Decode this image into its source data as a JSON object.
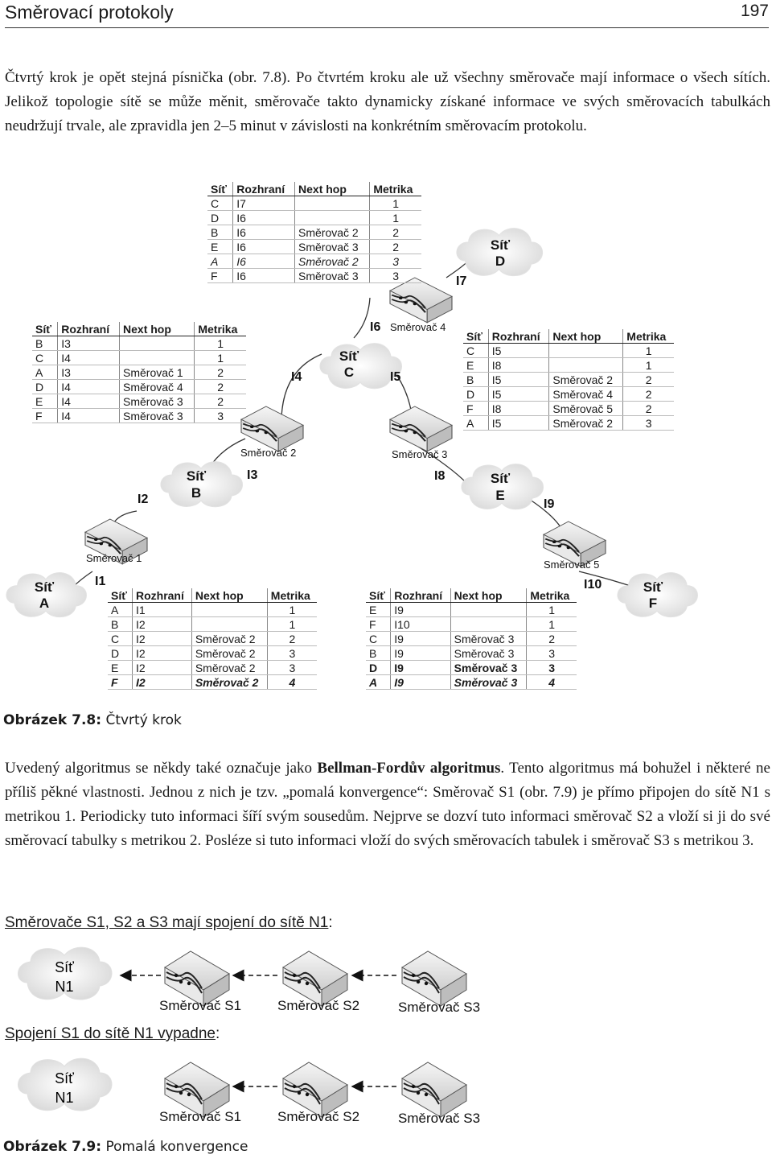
{
  "header": {
    "title": "Směrovací protokoly",
    "page_number": "197"
  },
  "paragraph1": "Čtvrtý krok je opět stejná písnička (obr. 7.8). Po čtvrtém kroku ale už všechny směrovače mají informace o všech sítích. Jelikož topologie sítě se může měnit, směrovače takto dynamicky získané informace ve svých směrovacích tabulkách neudržují trvale, ale zpravidla jen 2–5 minut v závislosti na konkrétním směrovacím protokolu.",
  "table_headers": [
    "Síť",
    "Rozhraní",
    "Next hop",
    "Metrika"
  ],
  "tables": {
    "router4": {
      "rows": [
        [
          "C",
          "I7",
          "",
          "1"
        ],
        [
          "D",
          "I6",
          "",
          "1"
        ],
        [
          "B",
          "I6",
          "Směrovač 2",
          "2"
        ],
        [
          "E",
          "I6",
          "Směrovač 3",
          "2"
        ],
        [
          "A",
          "I6",
          "Směrovač 2",
          "3"
        ],
        [
          "F",
          "I6",
          "Směrovač 3",
          "3"
        ]
      ]
    },
    "router2": {
      "rows": [
        [
          "B",
          "I3",
          "",
          "1"
        ],
        [
          "C",
          "I4",
          "",
          "1"
        ],
        [
          "A",
          "I3",
          "Směrovač 1",
          "2"
        ],
        [
          "D",
          "I4",
          "Směrovač 4",
          "2"
        ],
        [
          "E",
          "I4",
          "Směrovač 3",
          "2"
        ],
        [
          "F",
          "I4",
          "Směrovač 3",
          "3"
        ]
      ]
    },
    "router3": {
      "rows": [
        [
          "C",
          "I5",
          "",
          "1"
        ],
        [
          "E",
          "I8",
          "",
          "1"
        ],
        [
          "B",
          "I5",
          "Směrovač 2",
          "2"
        ],
        [
          "D",
          "I5",
          "Směrovač 4",
          "2"
        ],
        [
          "F",
          "I8",
          "Směrovač 5",
          "2"
        ],
        [
          "A",
          "I5",
          "Směrovač 2",
          "3"
        ]
      ]
    },
    "router1": {
      "rows": [
        [
          "A",
          "I1",
          "",
          "1"
        ],
        [
          "B",
          "I2",
          "",
          "1"
        ],
        [
          "C",
          "I2",
          "Směrovač 2",
          "2"
        ],
        [
          "D",
          "I2",
          "Směrovač 2",
          "3"
        ],
        [
          "E",
          "I2",
          "Směrovač 2",
          "3"
        ],
        [
          "F",
          "I2",
          "Směrovač 2",
          "4"
        ]
      ]
    },
    "router5": {
      "rows": [
        [
          "E",
          "I9",
          "",
          "1"
        ],
        [
          "F",
          "I10",
          "",
          "1"
        ],
        [
          "C",
          "I9",
          "Směrovač 3",
          "2"
        ],
        [
          "B",
          "I9",
          "Směrovač 3",
          "3"
        ],
        [
          "D",
          "I9",
          "Směrovač 3",
          "3"
        ],
        [
          "A",
          "I9",
          "Směrovač 3",
          "4"
        ]
      ]
    }
  },
  "networks": {
    "label": "Síť",
    "A": "A",
    "B": "B",
    "C": "C",
    "D": "D",
    "E": "E",
    "F": "F"
  },
  "routers": {
    "r1": "Směrovač 1",
    "r2": "Směrovač 2",
    "r3": "Směrovač 3",
    "r4": "Směrovač 4",
    "r5": "Směrovač 5"
  },
  "interfaces": {
    "i1": "I1",
    "i2": "I2",
    "i3": "I3",
    "i4": "I4",
    "i5": "I5",
    "i6": "I6",
    "i7": "I7",
    "i8": "I8",
    "i9": "I9",
    "i10": "I10"
  },
  "figure1_caption": {
    "label": "Obrázek 7.8:",
    "text": " Čtvrtý krok"
  },
  "paragraph2": {
    "before": "Uvedený algoritmus se někdy také označuje jako ",
    "bold": "Bellman-Fordův algoritmus",
    "after": ". Tento algoritmus má bohužel i některé ne příliš pěkné vlastnosti. Jednou z nich je tzv. „pomalá konvergence“: Směrovač S1 (obr. 7.9) je přímo připojen do sítě N1 s metrikou 1. Periodicky tuto informaci šíří svým sousedům. Nejprve se dozví tuto informaci směrovač S2 a vloží si ji do své směrovací tabulky s metrikou 2. Posléze si tuto informaci vloží do svých směrovacích tabulek i směrovač S3 s metrikou 3."
  },
  "figure2": {
    "heading1": "Směrovače S1, S2 a S3 mají spojení do sítě N1",
    "heading2": "Spojení S1 do sítě N1 vypadne",
    "colon": ":",
    "network_line1": "Síť",
    "network_line2": "N1",
    "s1": "Směrovač S1",
    "s2": "Směrovač S2",
    "s3": "Směrovač S3"
  },
  "figure2_caption": {
    "label": "Obrázek 7.9:",
    "text": " Pomalá konvergence"
  }
}
